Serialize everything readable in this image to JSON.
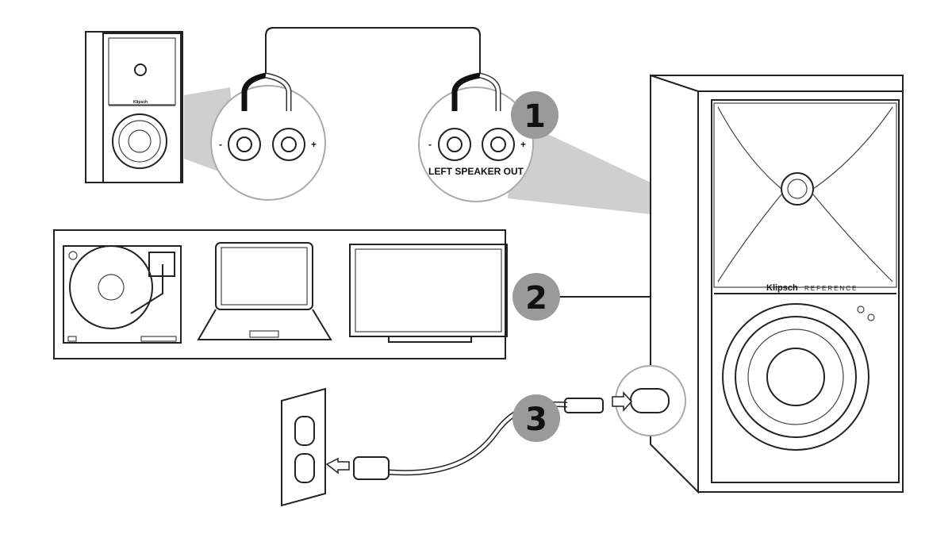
{
  "title": "",
  "steps": [
    {
      "number": "1",
      "label": "LEFT SPEAKER OUT"
    },
    {
      "number": "2"
    },
    {
      "number": "3"
    }
  ],
  "terminals": {
    "negative": "-",
    "positive": "+"
  },
  "brand": {
    "name": "Klipsch",
    "line": "REFERENCE"
  },
  "colors": {
    "badge": "#9a9a9a",
    "callout": "#cfcfcf",
    "line": "#222222"
  }
}
